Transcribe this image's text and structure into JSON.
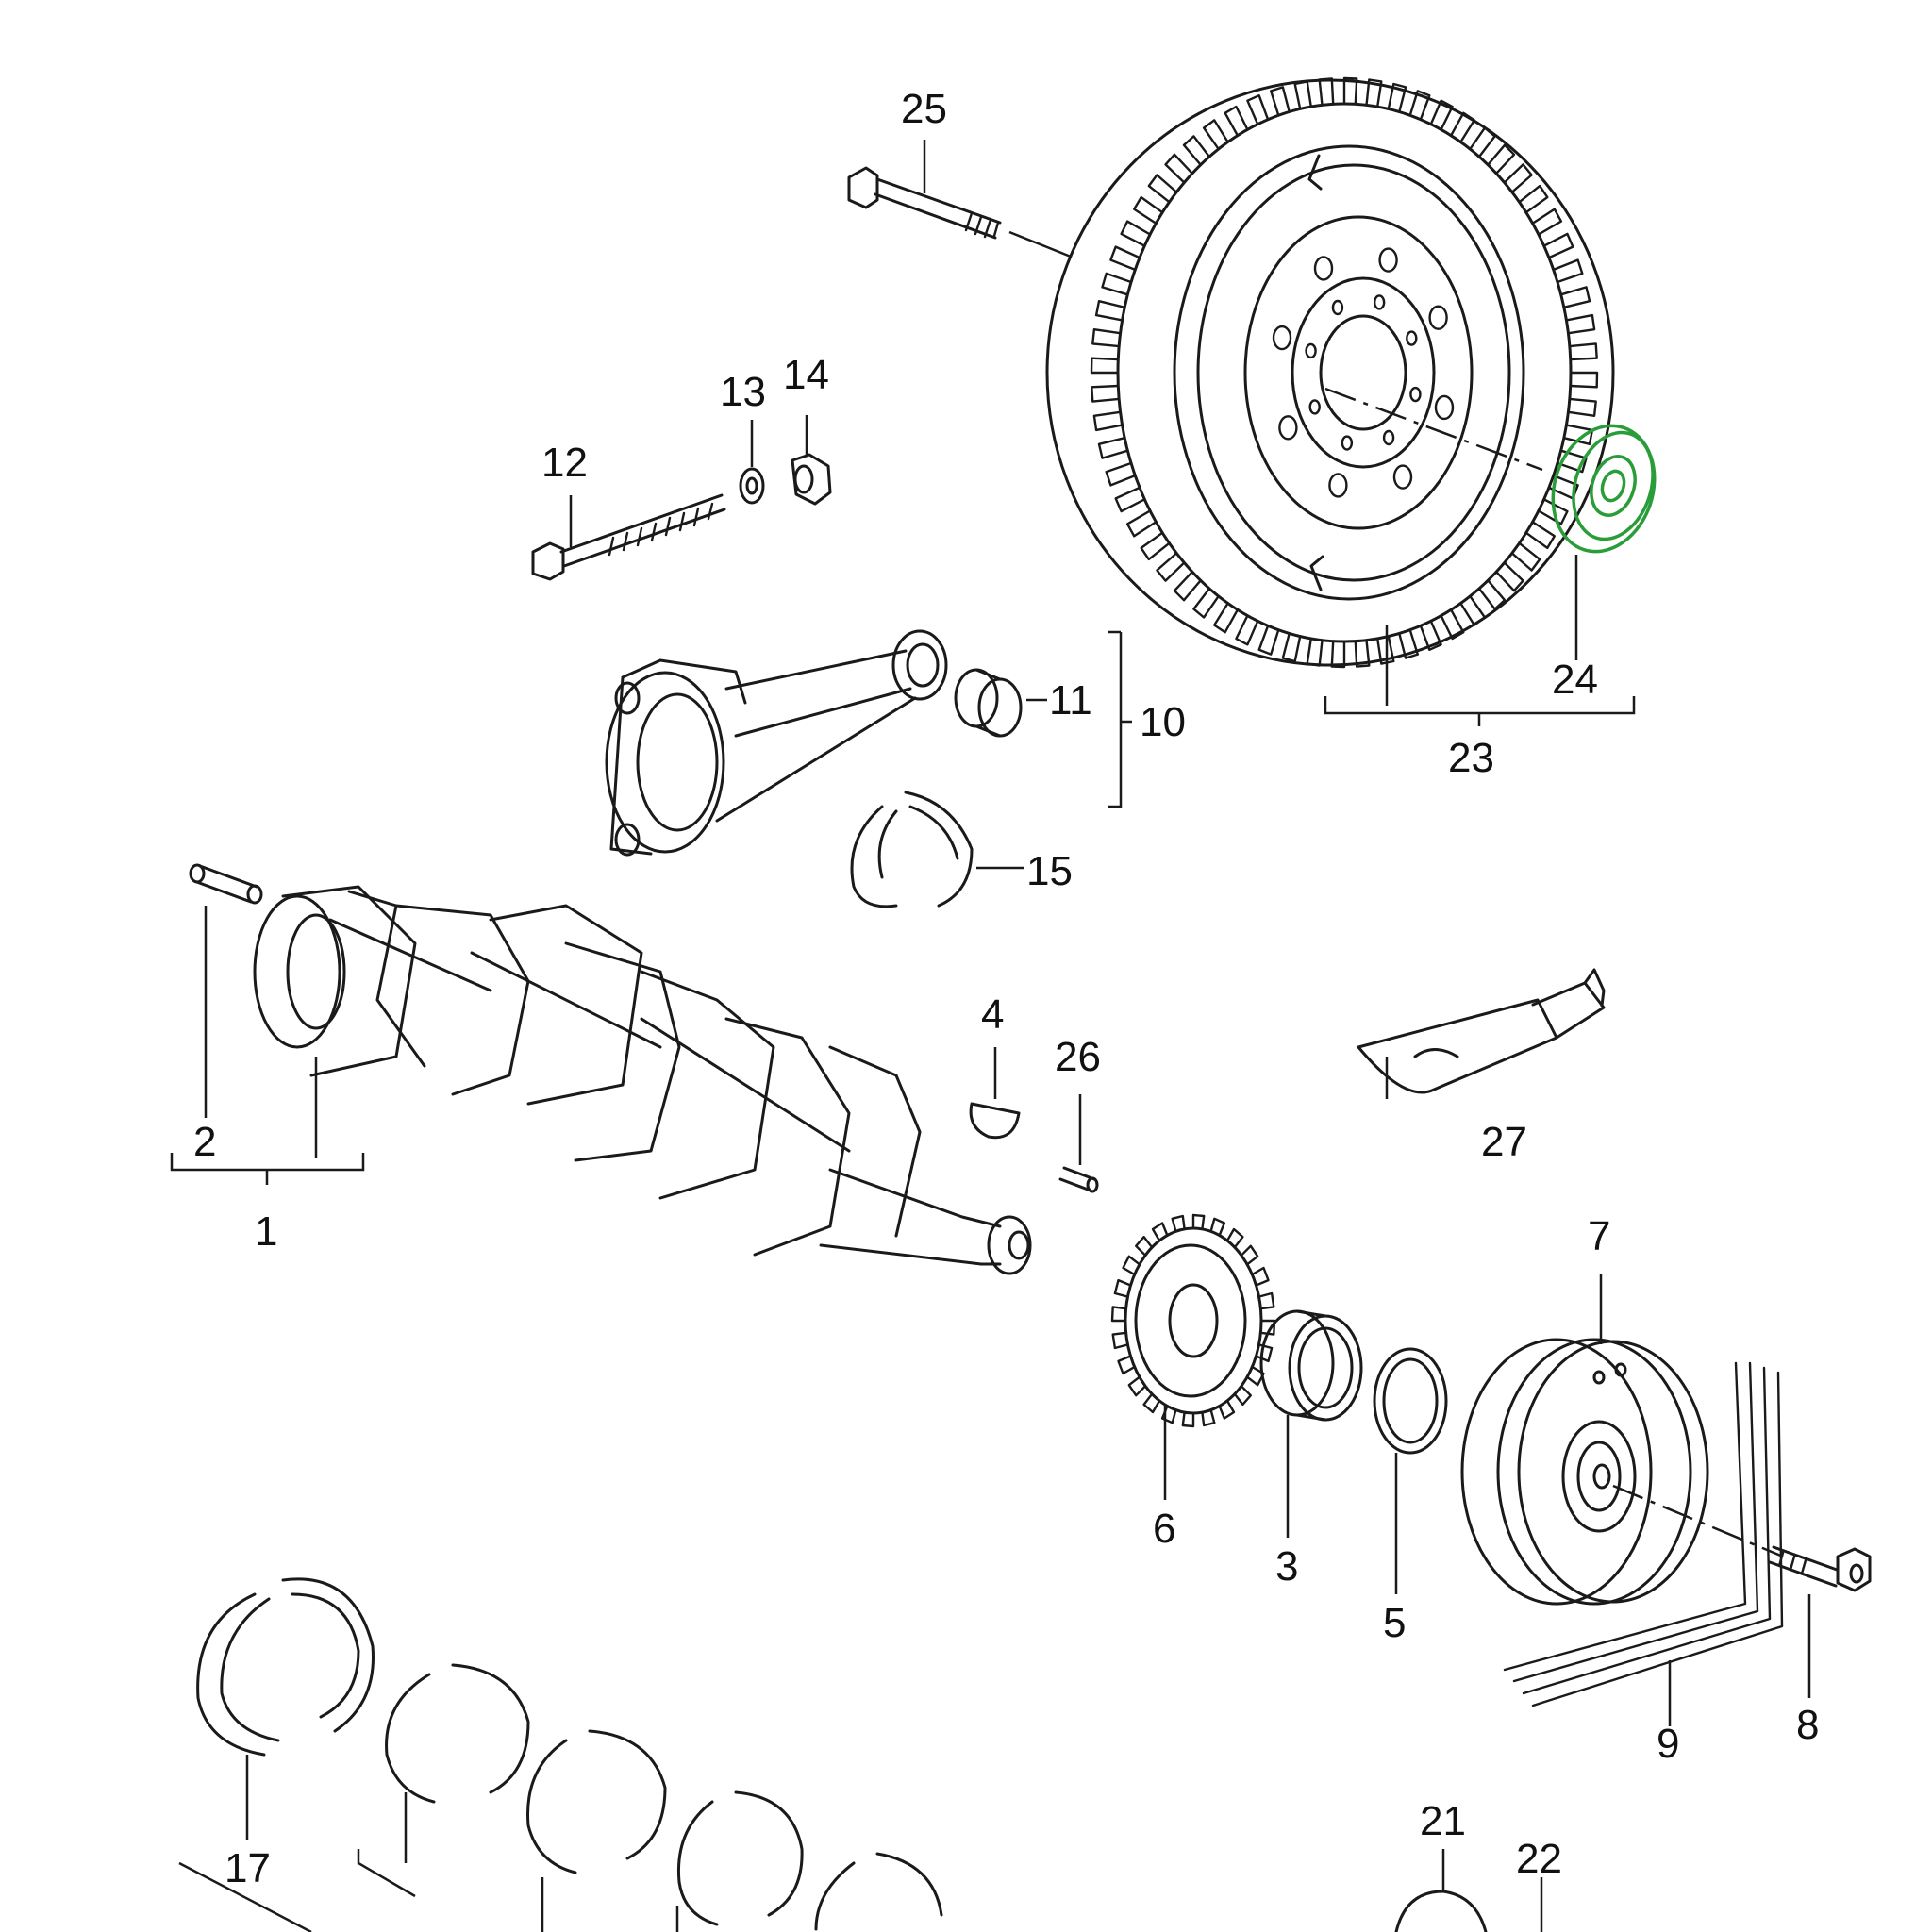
{
  "diagram": {
    "highlight_color": "#2a9d3a",
    "highlighted_part": "24",
    "callouts": {
      "c1": "1",
      "c2": "2",
      "c3": "3",
      "c4": "4",
      "c5": "5",
      "c6": "6",
      "c7": "7",
      "c8": "8",
      "c9": "9",
      "c10": "10",
      "c11": "11",
      "c12": "12",
      "c13": "13",
      "c14": "14",
      "c15": "15",
      "c17": "17",
      "c21": "21",
      "c22": "22",
      "c23": "23",
      "c24": "24",
      "c25": "25",
      "c26": "26",
      "c27": "27"
    }
  }
}
